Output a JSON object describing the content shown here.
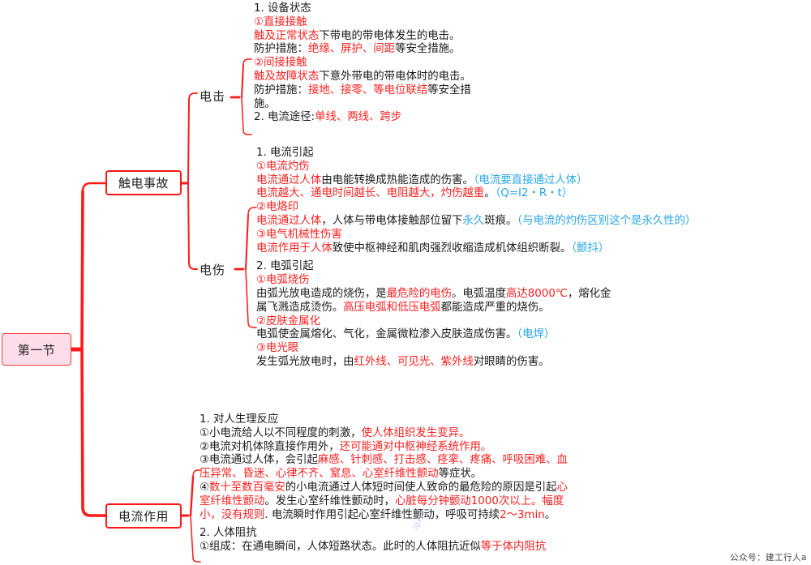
{
  "mindmap": {
    "root": {
      "label": "第一节"
    },
    "colors": {
      "line": "#ff1a1a",
      "root_fill": "#fddde9",
      "highlight_red": "#ff2020",
      "note_blue": "#27a6e6",
      "text": "#1a1a1a"
    },
    "branches": [
      {
        "label": "触电事故",
        "children": [
          {
            "label": "电击",
            "lines": [
              [
                {
                  "t": "1. 设备状态",
                  "c": "k"
                }
              ],
              [
                {
                  "t": "①直接接触",
                  "c": "r"
                }
              ],
              [
                {
                  "t": "触及正常状态",
                  "c": "r"
                },
                {
                  "t": "下带电的带电体发生的电击。",
                  "c": "k"
                }
              ],
              [
                {
                  "t": "防护措施：",
                  "c": "k"
                },
                {
                  "t": "绝缘、屏护、间距",
                  "c": "r"
                },
                {
                  "t": "等安全措施。",
                  "c": "k"
                }
              ],
              [
                {
                  "t": "②间接接触",
                  "c": "r"
                }
              ],
              [
                {
                  "t": "触及故障状态",
                  "c": "r"
                },
                {
                  "t": "下意外带电的带电体时的电击。",
                  "c": "k"
                }
              ],
              [
                {
                  "t": "防护措施：",
                  "c": "k"
                },
                {
                  "t": "接地、接零、等电位联结",
                  "c": "r"
                },
                {
                  "t": "等安全措",
                  "c": "k"
                }
              ],
              [
                {
                  "t": "施。",
                  "c": "k"
                }
              ],
              [
                {
                  "t": "2. 电流途径:",
                  "c": "k"
                },
                {
                  "t": "单线、两线、跨步",
                  "c": "r"
                }
              ]
            ]
          },
          {
            "label": "电伤",
            "lines": [
              [
                {
                  "t": "1. 电流引起",
                  "c": "k"
                }
              ],
              [
                {
                  "t": "①电流灼伤",
                  "c": "r"
                }
              ],
              [
                {
                  "t": "电流通过人体",
                  "c": "r"
                },
                {
                  "t": "由电能转换成热能造成的伤害。",
                  "c": "k"
                },
                {
                  "t": "（电流要直接通过人体）",
                  "c": "b"
                }
              ],
              [
                {
                  "t": "电流越大、通电时间越长、电阻越大，灼伤越重",
                  "c": "r"
                },
                {
                  "t": "。",
                  "c": "k"
                },
                {
                  "t": "（Q=I2・R・t）",
                  "c": "b"
                }
              ],
              [
                {
                  "t": "②电烙印",
                  "c": "r"
                }
              ],
              [
                {
                  "t": "电流通过人体",
                  "c": "r"
                },
                {
                  "t": "，人体与带电体接触部位留下",
                  "c": "k"
                },
                {
                  "t": "永久",
                  "c": "b"
                },
                {
                  "t": "斑痕。",
                  "c": "k"
                },
                {
                  "t": "（与电流的灼伤区别这个是永久性的）",
                  "c": "b"
                }
              ],
              [
                {
                  "t": "③电气机械性伤害",
                  "c": "r"
                }
              ],
              [
                {
                  "t": "电流作用于人体",
                  "c": "r"
                },
                {
                  "t": "致使中枢神经和肌肉强烈收缩造成机体组织断裂。",
                  "c": "k"
                },
                {
                  "t": "（颤抖）",
                  "c": "b"
                }
              ],
              "gap",
              [
                {
                  "t": "2. 电弧引起",
                  "c": "k"
                }
              ],
              [
                {
                  "t": "①电弧烧伤",
                  "c": "r"
                }
              ],
              [
                {
                  "t": "由弧光放电造成的烧伤，是",
                  "c": "k"
                },
                {
                  "t": "最危险的电伤",
                  "c": "r"
                },
                {
                  "t": "。电弧温度",
                  "c": "k"
                },
                {
                  "t": "高达8000℃",
                  "c": "r"
                },
                {
                  "t": "，熔化金",
                  "c": "k"
                }
              ],
              [
                {
                  "t": "属飞溅造成烫伤。",
                  "c": "k"
                },
                {
                  "t": "高压电弧和低压电弧",
                  "c": "r"
                },
                {
                  "t": "都能造成严重的烧伤。",
                  "c": "k"
                }
              ],
              [
                {
                  "t": "②皮肤金属化",
                  "c": "r"
                }
              ],
              [
                {
                  "t": "电弧使金属熔化、气化，金属微粒渗入皮肤造成伤害。",
                  "c": "k"
                },
                {
                  "t": "（电焊）",
                  "c": "b"
                }
              ],
              [
                {
                  "t": "③电光眼",
                  "c": "r"
                }
              ],
              [
                {
                  "t": "发生弧光放电时，由",
                  "c": "k"
                },
                {
                  "t": "红外线、可见光、紫外线",
                  "c": "r"
                },
                {
                  "t": "对眼睛的伤害。",
                  "c": "k"
                }
              ]
            ]
          }
        ]
      },
      {
        "label": "电流作用",
        "lines": [
          [
            {
              "t": "1. 对人生理反应",
              "c": "k"
            }
          ],
          [
            {
              "t": "①小电流给人以不同程度的刺激，",
              "c": "k"
            },
            {
              "t": "使人体组织发生变异。",
              "c": "r"
            }
          ],
          [
            {
              "t": "②电流对机体除直接作用外，",
              "c": "k"
            },
            {
              "t": "还可能通对中枢神经系统作用。",
              "c": "r"
            }
          ],
          [
            {
              "t": "③电流通过人体，会引起",
              "c": "k"
            },
            {
              "t": "麻感、针刺感、打击感、痉挛、疼痛、呼吸困难、血",
              "c": "r"
            }
          ],
          [
            {
              "t": "压异常、昏迷、心律不齐、窒息、心室纤维性颤动",
              "c": "r"
            },
            {
              "t": "等症状。",
              "c": "k"
            }
          ],
          [
            {
              "t": "④",
              "c": "k"
            },
            {
              "t": "数十至数百毫安",
              "c": "r"
            },
            {
              "t": "的小电流通过人体短时间使人致命的最危险的原因是引起",
              "c": "k"
            },
            {
              "t": "心",
              "c": "r"
            }
          ],
          [
            {
              "t": "室纤维性颤动",
              "c": "r"
            },
            {
              "t": "。发生心室纤维性颤动时，",
              "c": "k"
            },
            {
              "t": "心脏每分钟颤动1000次以上。幅度",
              "c": "r"
            }
          ],
          [
            {
              "t": "小，没有规则",
              "c": "r"
            },
            {
              "t": ". 电流瞬时作用引起心室纤维性颤动，呼吸可持续",
              "c": "k"
            },
            {
              "t": "2～3min",
              "c": "r"
            },
            {
              "t": "。",
              "c": "k"
            }
          ],
          "gap",
          [
            {
              "t": "2. 人体阻抗",
              "c": "k"
            }
          ],
          [
            {
              "t": "①组成：在通电瞬间，人体短路状态。此时的人体阻抗近似",
              "c": "k"
            },
            {
              "t": "等于体内阻抗",
              "c": "r"
            }
          ]
        ]
      }
    ]
  },
  "watermark": {
    "footer": "公众号：建工行人a",
    "faint": "jgxr2"
  }
}
